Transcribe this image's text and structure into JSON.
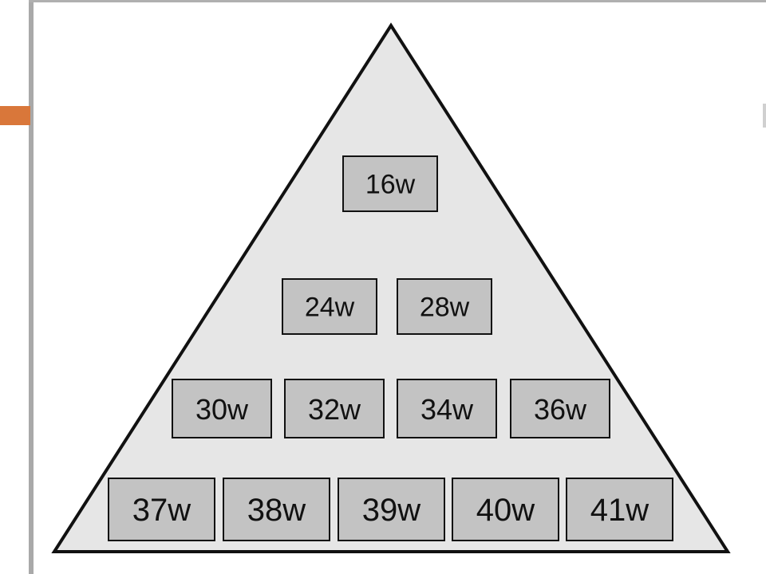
{
  "colors": {
    "accent": "#d9773a",
    "triangle_fill": "#e6e6e6",
    "box_fill": "#c3c3c3",
    "stroke": "#111111"
  },
  "pyramid": {
    "rows": [
      {
        "items": [
          "16w"
        ]
      },
      {
        "items": [
          "24w",
          "28w"
        ]
      },
      {
        "items": [
          "30w",
          "32w",
          "34w",
          "36w"
        ]
      },
      {
        "items": [
          "37w",
          "38w",
          "39w",
          "40w",
          "41w"
        ]
      }
    ]
  }
}
